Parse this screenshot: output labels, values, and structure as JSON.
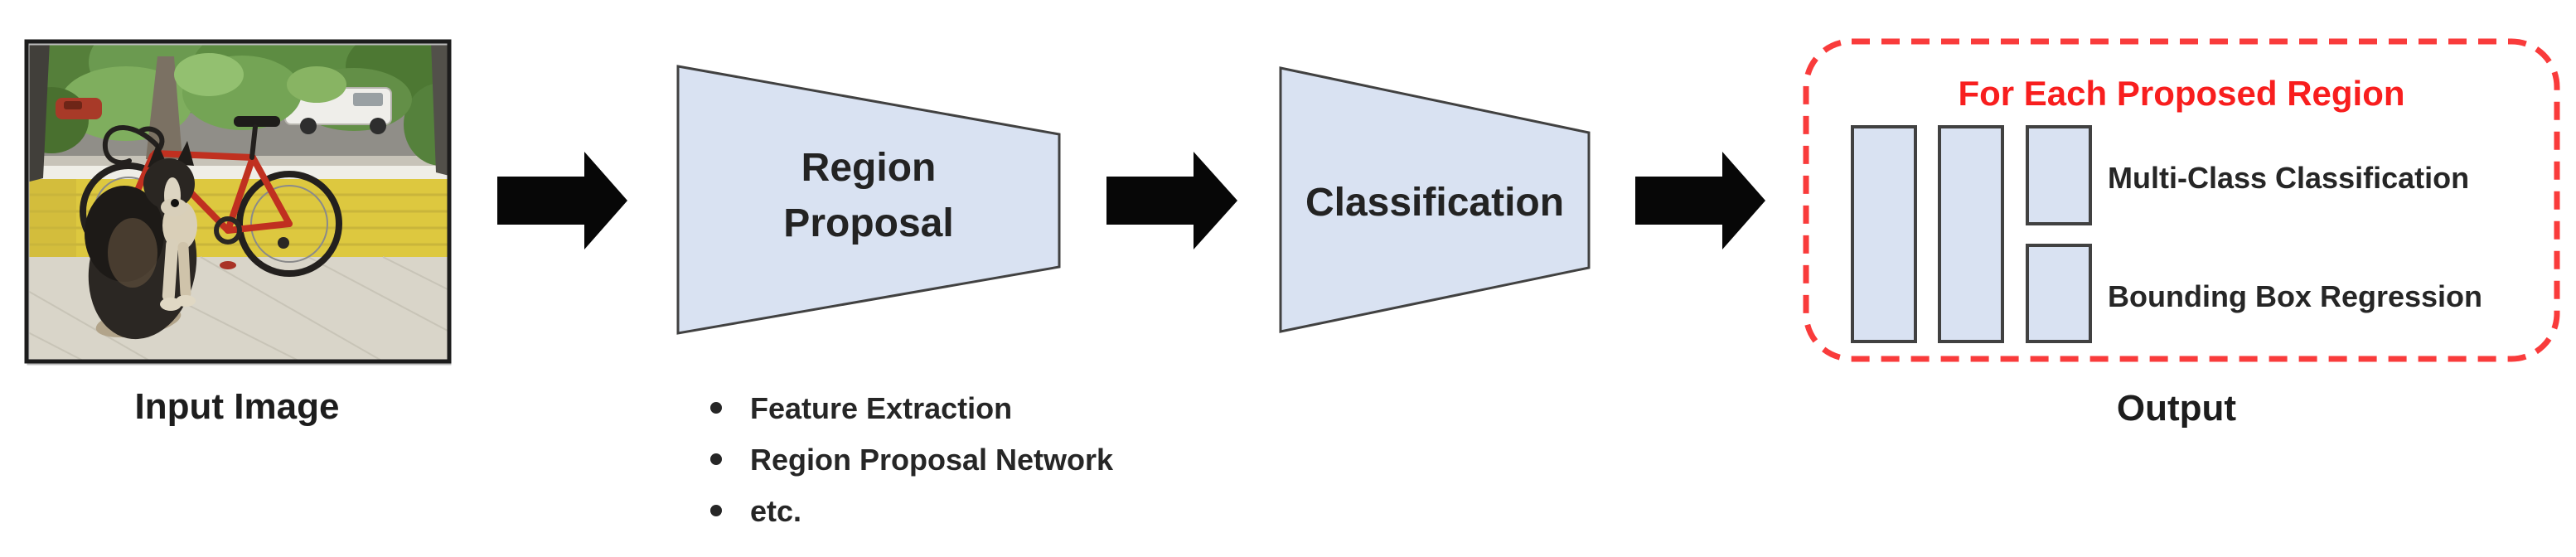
{
  "colors": {
    "stage_fill": "#d9e2f2",
    "stage_border": "#414141",
    "arrow": "#070707",
    "accent_red": "#f93b3b",
    "title_red": "#f81e1e",
    "text_dark": "#222222"
  },
  "input": {
    "caption": "Input Image"
  },
  "stages": {
    "region_proposal": {
      "line1": "Region",
      "line2": "Proposal"
    },
    "classification": {
      "label": "Classification"
    }
  },
  "notes": {
    "items": [
      "Feature Extraction",
      "Region Proposal Network",
      "etc."
    ]
  },
  "output_panel": {
    "title": "For Each Proposed Region",
    "row1": "Multi-Class Classification",
    "row2": "Bounding Box Regression",
    "caption": "Output"
  }
}
